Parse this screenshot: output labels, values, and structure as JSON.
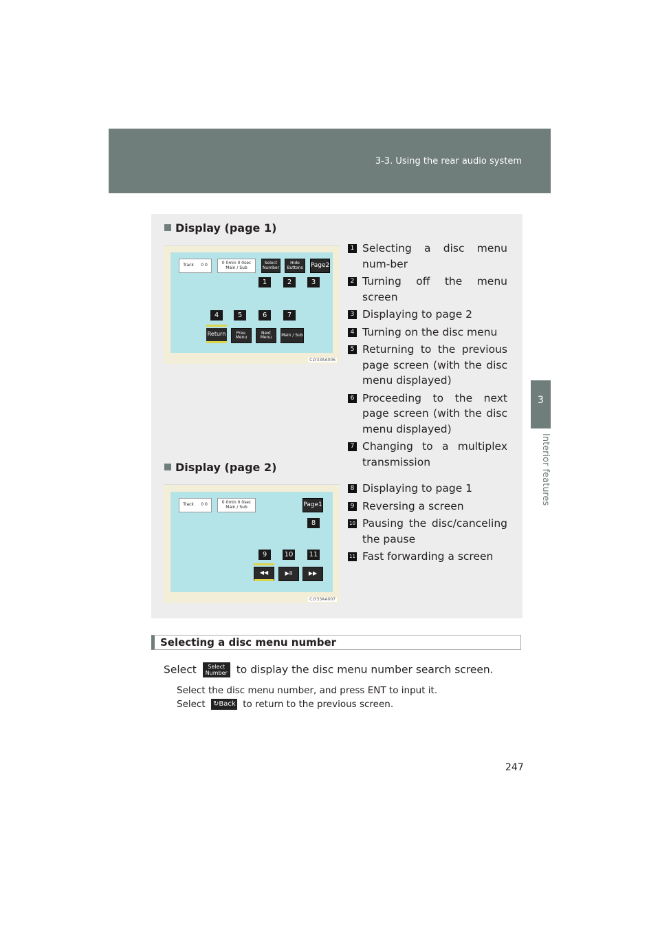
{
  "header": {
    "section": "3-3. Using the rear audio system"
  },
  "side_tab": {
    "number": "3",
    "label": "Interior features"
  },
  "display1": {
    "title": "Display (page 1)",
    "screen": {
      "track_label": "Track",
      "track_value": "0 0",
      "time": "0 0min 0 0sec",
      "mode": "Main / Sub",
      "btn_select": "Select Number",
      "btn_hide": "Hide Buttons",
      "btn_page": "Page2",
      "btn_return": "Return",
      "btn_prev": "Prev. Menu",
      "btn_next": "Next Menu",
      "btn_main": "Main / Sub",
      "code": "CLY33AA006"
    },
    "markers": [
      "1",
      "2",
      "3",
      "4",
      "5",
      "6",
      "7"
    ],
    "items": [
      "Selecting a disc menu num-ber",
      "Turning off the menu screen",
      "Displaying to page 2",
      "Turning on the disc menu",
      "Returning to the previous page screen (with the disc menu displayed)",
      "Proceeding to the next page screen (with the disc menu displayed)",
      "Changing to a multiplex transmission"
    ]
  },
  "display2": {
    "title": "Display (page 2)",
    "screen": {
      "track_label": "Track",
      "track_value": "0 0",
      "time": "0 0min 0 0sec",
      "mode": "Main / Sub",
      "btn_page": "Page1",
      "btn_rew": "◀◀",
      "btn_play": "▶II",
      "btn_ff": "▶▶",
      "code": "CLY33AA007"
    },
    "markers": [
      "8",
      "9",
      "10",
      "11"
    ],
    "items": [
      "Displaying to page 1",
      "Reversing a screen",
      "Pausing the disc/canceling the pause",
      "Fast forwarding a screen"
    ]
  },
  "section": {
    "title": "Selecting a disc menu number",
    "line_before": "Select",
    "button_label": "Select Number",
    "line_after": "to display the disc menu number search screen.",
    "note1": "Select the disc menu number, and press ENT to input it.",
    "note2_before": "Select",
    "back_button": "↻Back",
    "note2_after": "to return to the previous screen."
  },
  "page_number": "247"
}
